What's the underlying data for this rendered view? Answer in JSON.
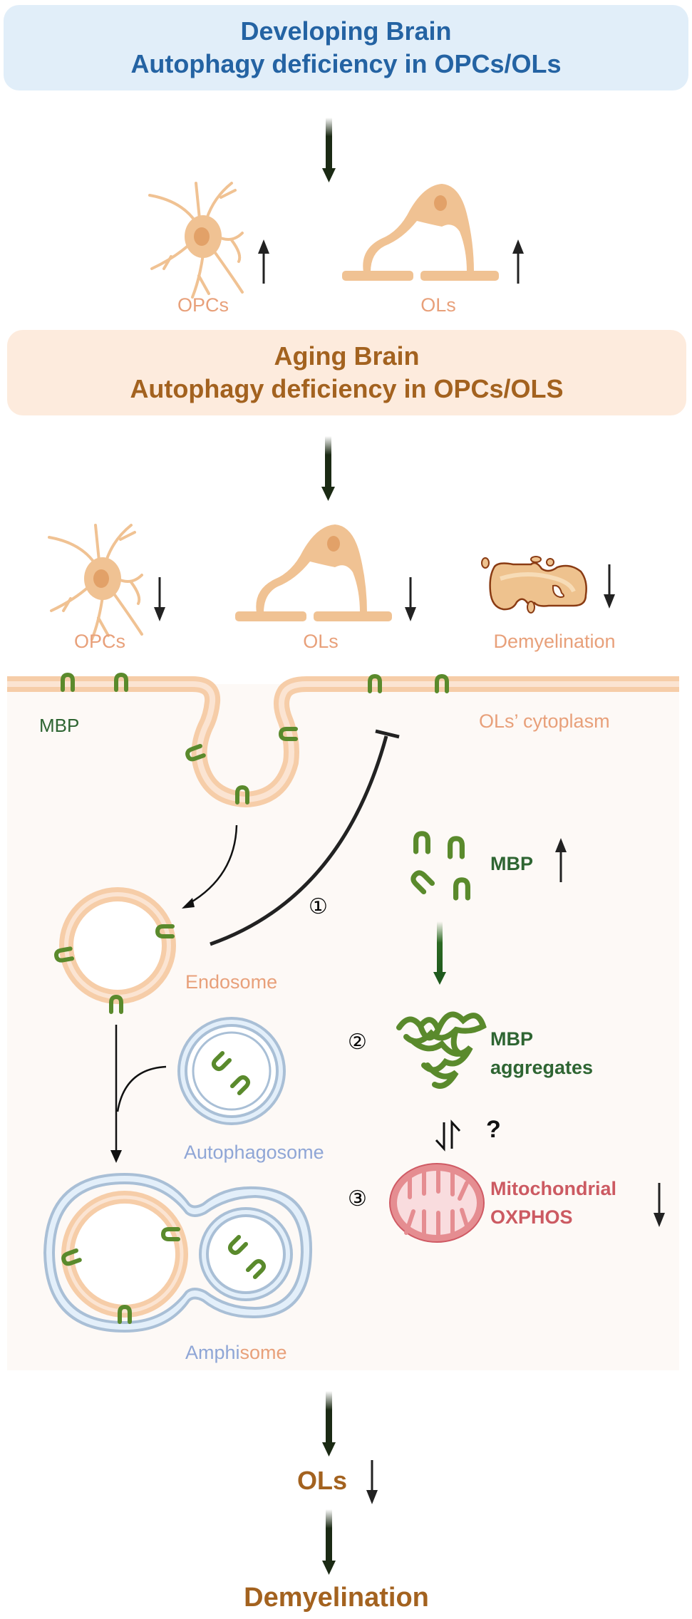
{
  "top_box": {
    "title": "Developing Brain",
    "subtitle": "Autophagy deficiency in OPCs/OLs",
    "color": "#2463a3",
    "background": "#e1eef9"
  },
  "developing_cells": [
    {
      "label": "OPCs",
      "trend": "up"
    },
    {
      "label": "OLs",
      "trend": "up"
    }
  ],
  "aging_box": {
    "title": "Aging Brain",
    "subtitle": "Autophagy deficiency in OPCs/OLS",
    "color": "#a3621f",
    "background": "#fdebdd"
  },
  "aging_cells": [
    {
      "label": "OPCs",
      "trend": "down"
    },
    {
      "label": "OLs",
      "trend": "down"
    },
    {
      "label": "Demyelination",
      "trend": "down"
    }
  ],
  "cytoplasm": {
    "region_label": "OLs’ cytoplasm",
    "membrane_protein_label": "MBP",
    "endosome_label": "Endosome",
    "autophagosome_label": "Autophagosome",
    "amphisome_label_part1": "Amphi",
    "amphisome_label_part2": "some",
    "steps": [
      {
        "number": "1",
        "glyph": "①",
        "description": "inhibition of MBP recycling to membrane"
      },
      {
        "number": "2",
        "glyph": "②",
        "description": "MBP aggregates"
      },
      {
        "number": "3",
        "glyph": "③",
        "description": "Mitochondrial OXPHOS"
      }
    ],
    "mbp_free_label": "MBP",
    "mbp_free_trend": "up",
    "aggregates_line1": "MBP",
    "aggregates_line2": "aggregates",
    "equilibrium_question": "?",
    "mito_line1": "Mitochondrial",
    "mito_line2": "OXPHOS",
    "mito_trend": "down"
  },
  "outcome": {
    "ols_label": "OLs",
    "ols_trend": "down",
    "final_label": "Demyelination"
  },
  "colors": {
    "cell": "#f0c293",
    "nucleus": "#e2a168",
    "mbp": "#5a8a2c",
    "membrane": "#f6cda8",
    "autophagosome_membrane": "#a9bfd6",
    "mitochondrion": "#e58d91",
    "flow_arrow": "#1b2a14"
  }
}
